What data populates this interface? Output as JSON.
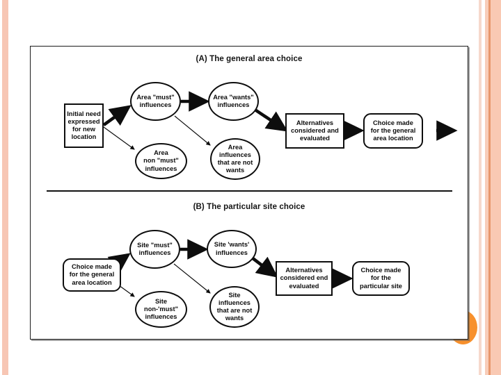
{
  "slide": {
    "background_color": "#ffffff",
    "accent_color": "#f7902c",
    "stripe_color": "#f7c6b4"
  },
  "figure": {
    "frame_color": "#1a1a1a",
    "panels": [
      {
        "id": "panel-a",
        "title": "(A) The general area choice",
        "nodes": [
          {
            "id": "a-start",
            "shape": "rect",
            "label": "Initial need\nexpressed\nfor new\nlocation"
          },
          {
            "id": "a-must",
            "shape": "ellipse",
            "label": "Area \"must\"\ninfluences"
          },
          {
            "id": "a-nonmust",
            "shape": "ellipse",
            "label": "Area\nnon \"must\"\ninfluences"
          },
          {
            "id": "a-wants",
            "shape": "ellipse",
            "label": "Area \"wants\"\ninfluences"
          },
          {
            "id": "a-notwants",
            "shape": "ellipse",
            "label": "Area\ninfluences\nthat are not\nwants"
          },
          {
            "id": "a-alternatives",
            "shape": "rect",
            "label": "Alternatives\nconsidered and\nevaluated"
          },
          {
            "id": "a-choice",
            "shape": "round",
            "label": "Choice made\nfor the general\narea location"
          }
        ],
        "edges": [
          {
            "from": "a-start",
            "to": "a-must",
            "weight": "thick"
          },
          {
            "from": "a-start",
            "to": "a-nonmust",
            "weight": "thin"
          },
          {
            "from": "a-must",
            "to": "a-wants",
            "weight": "thick"
          },
          {
            "from": "a-must",
            "to": "a-notwants",
            "weight": "thin"
          },
          {
            "from": "a-wants",
            "to": "a-alternatives",
            "weight": "thick"
          },
          {
            "from": "a-alternatives",
            "to": "a-choice",
            "weight": "thick"
          },
          {
            "from": "a-choice",
            "to": "exit",
            "weight": "thick"
          }
        ]
      },
      {
        "id": "panel-b",
        "title": "(B) The particular site choice",
        "nodes": [
          {
            "id": "b-start",
            "shape": "round",
            "label": "Choice made\nfor the general\narea location"
          },
          {
            "id": "b-must",
            "shape": "ellipse",
            "label": "Site \"must\"\ninfluences"
          },
          {
            "id": "b-nonmust",
            "shape": "ellipse",
            "label": "Site\nnon-'must\"\ninfluences"
          },
          {
            "id": "b-wants",
            "shape": "ellipse",
            "label": "Site 'wants'\ninfluences"
          },
          {
            "id": "b-notwants",
            "shape": "ellipse",
            "label": "Site\ninfluences\nthat are not\nwants"
          },
          {
            "id": "b-alternatives",
            "shape": "rect",
            "label": "Alternatives\nconsidered end\nevaluated"
          },
          {
            "id": "b-choice",
            "shape": "round",
            "label": "Choice made\nfor the\nparticular site"
          }
        ],
        "edges": [
          {
            "from": "b-start",
            "to": "b-must",
            "weight": "thick"
          },
          {
            "from": "b-start",
            "to": "b-nonmust",
            "weight": "thin"
          },
          {
            "from": "b-must",
            "to": "b-wants",
            "weight": "thick"
          },
          {
            "from": "b-must",
            "to": "b-notwants",
            "weight": "thin"
          },
          {
            "from": "b-wants",
            "to": "b-alternatives",
            "weight": "thick"
          },
          {
            "from": "b-alternatives",
            "to": "b-choice",
            "weight": "thick"
          }
        ]
      }
    ]
  }
}
